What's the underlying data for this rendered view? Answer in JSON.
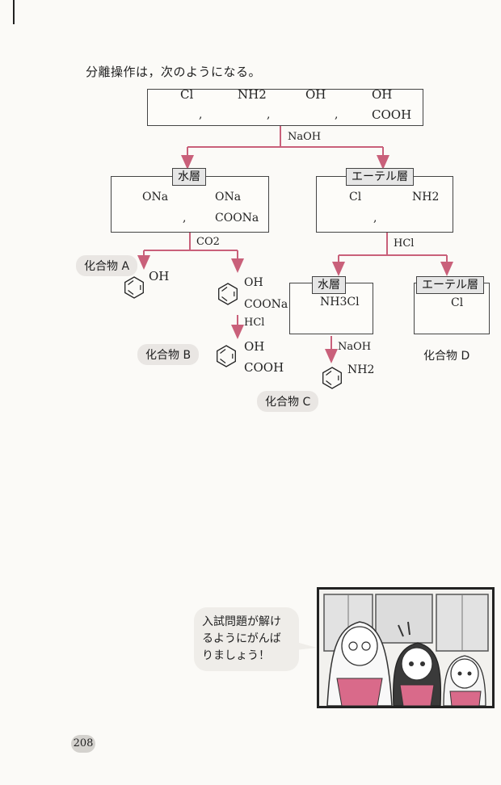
{
  "intro": "分離操作は，次のようになる。",
  "top_box": {
    "mol1_sub": "Cl",
    "mol2_sub": "NH2",
    "mol3_sub": "OH",
    "mol4_sub1": "OH",
    "mol4_sub2": "COOH",
    "separator": ","
  },
  "reagent1": "NaOH",
  "water_layer": {
    "tag": "水層",
    "mol1_sub": "ONa",
    "mol2_sub1": "ONa",
    "mol2_sub2": "COONa"
  },
  "ether_layer": {
    "tag": "エーテル層",
    "mol1_sub": "Cl",
    "mol2_sub": "NH2"
  },
  "reagent_co2": "CO2",
  "reagent_hcl1": "HCl",
  "compound_a": {
    "label": "化合物 A",
    "sub": "OH"
  },
  "mid_salicylate": {
    "sub1": "OH",
    "sub2": "COONa"
  },
  "reagent_hcl2": "HCl",
  "compound_b": {
    "label": "化合物 B",
    "sub1": "OH",
    "sub2": "COOH"
  },
  "water_layer2": {
    "tag": "水層",
    "sub": "NH3Cl"
  },
  "ether_layer2": {
    "tag": "エーテル層",
    "sub": "Cl"
  },
  "compound_d": {
    "label": "化合物 D"
  },
  "reagent_naoh2": "NaOH",
  "compound_c": {
    "label": "化合物 C",
    "sub": "NH2"
  },
  "speech": {
    "line1": "入試問題が解け",
    "line2": "るようにがんば",
    "line3": "りましょう！"
  },
  "page_number": "208",
  "colors": {
    "arrow": "#c9607a",
    "box_border": "#444444",
    "tag_bg": "#e6e6e6"
  }
}
